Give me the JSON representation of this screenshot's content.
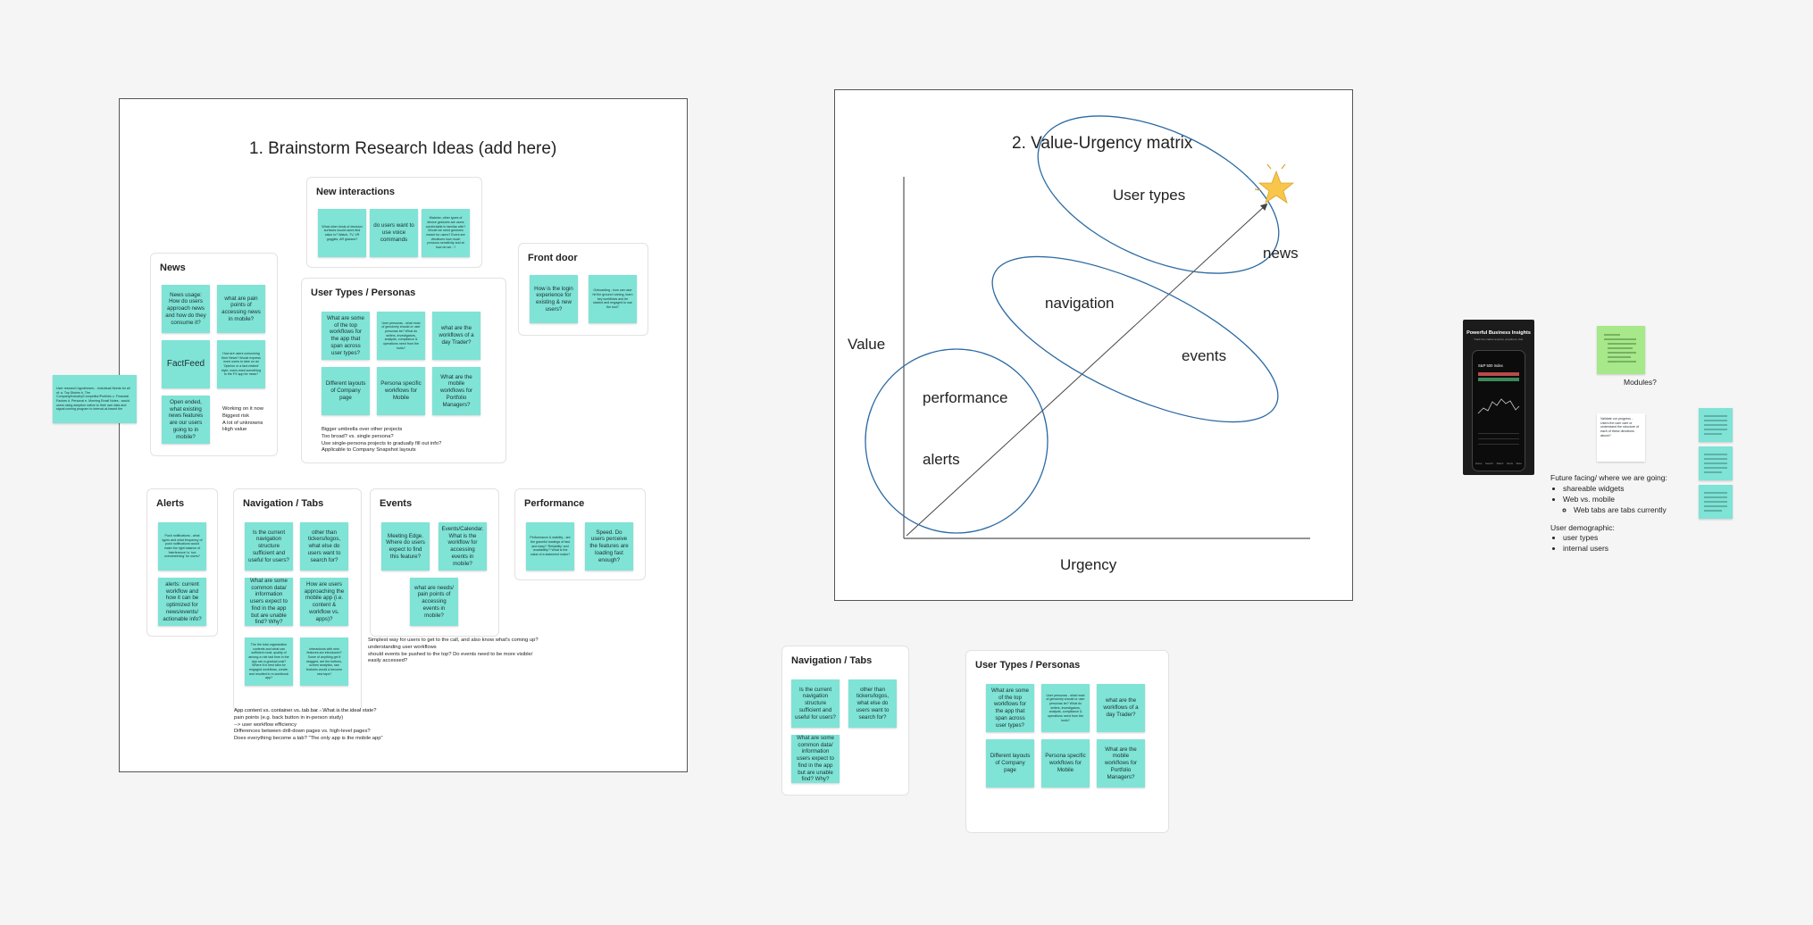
{
  "frame1": {
    "title": "1. Brainstorm Research Ideas (add here)",
    "sections": {
      "new_interactions": {
        "title": "New interactions",
        "stickies": [
          "What other kinds of decision surfaces would users find value in? Watch, TV, VR goggles, AR glasses?",
          "do users want to use voice commands",
          "Watcher, other types of device gestures are users comfortable in familiar with? Would we need gestures meant for users? Event are vibrations how much precious sensitivity and at how do we...?"
        ]
      },
      "news": {
        "title": "News",
        "stickies": [
          "News usage: How do users approach news and how do they consume it?",
          "what are pain points of accessing news in mobile?",
          "FactFeed",
          "How are users consuming their News? Would express more users to take on an 'Opinion or a fact-related' style; users want something to the FX app for news?",
          "Open ended, what existing news features are our users going to in mobile?"
        ],
        "note": [
          "Working on it now",
          "Biggest risk",
          "A lot of unknowns",
          "High value"
        ]
      },
      "front_door": {
        "title": "Front door",
        "stickies": [
          "How is the login experience for existing & new users?",
          "Onboarding - how can user hit the ground running, learn key workflows and be started and engaged to use the tool?"
        ]
      },
      "user_types": {
        "title": "User Types / Personas",
        "stickies": [
          "What are some of the top workflows for the app that span across user types?",
          "User personas - what most of genuinely should or user personas be? What do sellers, investigators, analysts, compliance & operations need from the tools?",
          "what are the workflows of a day Trader?",
          "Different layouts of Company page",
          "Persona specific workflows for Mobile",
          "What are the mobile workflows for Portfolio Managers?"
        ],
        "note": [
          "Bigger umbrella over other projects",
          "Too broad? vs. single persona?",
          "Use single-persona projects to gradually fill out info?",
          "Applicable to Company Snapshot layouts"
        ]
      },
      "alerts": {
        "title": "Alerts",
        "stickies": [
          "Push notifications - what types and what frequency of push notifications would make the right balance of 'interference' is 'not-overwhelming' for users?",
          "alerts: current workflow and how it can be optimized for news/events/ actionable info?"
        ]
      },
      "navigation": {
        "title": "Navigation / Tabs",
        "stickies": [
          "Is the current navigation structure sufficient and useful for users?",
          "other than tickers/logos, what else do users want to search for?",
          "What are some common data/ information users expect to find in the app but are unable find? Why?",
          "How are users approaching the mobile app (i.e. content & workflow vs. apps)?",
          "The the total organization contents and what can sufficient most; quality of among a role last time in the app can a gradual post? Where it is best idea for engaged workflows, create, and resulted in re-workbook app?",
          "Interactions with new features are introduced? Some of anything get it dragged, are the buttons, screen analytics, raw features would a become new taps?"
        ],
        "note": [
          "App content vs. container vs. tab bar - What is the ideal state?",
          "pain points (e.g. back button in in-person study)",
          "--> user workflow efficiency",
          "Differences between drill-down pages vs. high-level pages?",
          "Does everything become a tab? \"The only app is the mobile app\""
        ]
      },
      "events": {
        "title": "Events",
        "stickies": [
          "Meeting Edge. Where do users expect to find this feature?",
          "Events/Calendar. What is the workflow for accessing events in mobile?",
          "what are needs/ pain points of accessing events in mobile?"
        ],
        "note": [
          "Simplest way for users to get to the call, and also know what's coming up?",
          "understanding user workflows",
          "should events be pushed to the top? Do events need to be more visible/",
          "easily accessed?"
        ]
      },
      "performance": {
        "title": "Performance",
        "stickies": [
          "Performance & stability - are the graceful loadings of fast and easy? 'Reliability' and 'availability'? What is the value of a statement make?",
          "Speed. Do users perceive the features are loading fast enough?"
        ]
      }
    }
  },
  "outside_sticky": "User research hypotheses: - Individual Needs for all of: a. Top Stories b. The Company/Industry/Competitor/Portfolio c. Financial Factors d. Personal e. Morning Email Notes - would users using adoption native to their own data and signal coming program to interval-at-based the",
  "frame2": {
    "title": "2. Value-Urgency matrix",
    "axis_x": "Urgency",
    "axis_y": "Value",
    "labels": {
      "user_types": "User types",
      "news": "news",
      "navigation": "navigation",
      "events": "events",
      "performance": "performance",
      "alerts": "alerts"
    },
    "star_color": "#f7c64a",
    "ellipse_color": "#2b6aa3"
  },
  "bottom_nav": {
    "title": "Navigation / Tabs",
    "stickies": [
      "Is the current navigation structure sufficient and useful for users?",
      "other than tickers/logos, what else do users want to search for?",
      "What are some common data/ information users expect to find in the app but are unable find? Why?"
    ]
  },
  "bottom_user": {
    "title": "User Types / Personas",
    "stickies": [
      "What are some of the top workflows for the app that span across user types?",
      "User personas - what most of genuinely should or user personas be? What do sellers, investigators, analysts, compliance & operations need from the tools?",
      "what are the workflows of a day Trader?",
      "Different layouts of Company page",
      "Persona specific workflows for Mobile",
      "What are the mobile workflows for Portfolio Managers?"
    ]
  },
  "phone": {
    "title": "Powerful Business Insights",
    "subtitle": "Track the market anytime, anywhere, fast.",
    "ticker": "S&P 500 Index",
    "nav": [
      "Home",
      "Search",
      "Watch",
      "Alerts",
      "More"
    ]
  },
  "right": {
    "modules_label": "Modules?",
    "white_note": "Validate our progress - Users the user care or understand the structure of each of these directions above?",
    "future_title": "Future facing/ where we are going:",
    "future_items": [
      "shareable widgets",
      "Web vs. mobile"
    ],
    "future_sub": "Web tabs are tabs currently",
    "demo_title": "User demographic:",
    "demo_items": [
      "user types",
      "internal users"
    ],
    "green_color": "#a6e88a"
  }
}
